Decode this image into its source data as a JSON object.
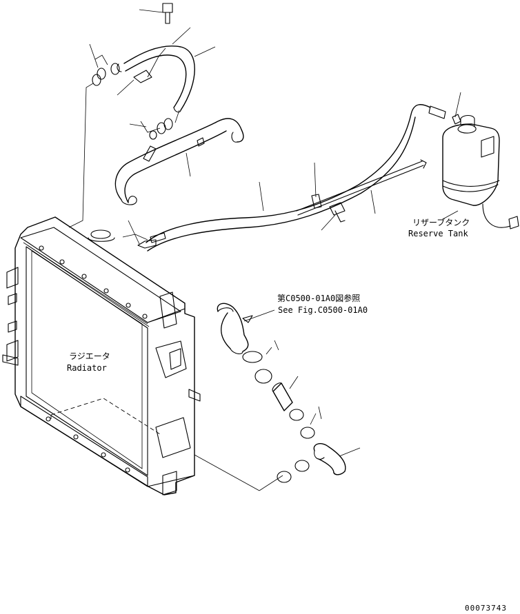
{
  "labels": {
    "reserve_tank_jp": "リザーブタンク",
    "reserve_tank_en": "Reserve Tank",
    "radiator_jp": "ラジエータ",
    "radiator_en": "Radiator",
    "see_fig_jp": "第C0500-01A0図参照",
    "see_fig_en": "See Fig.C0500-01A0",
    "drawing_number": "00073743"
  }
}
